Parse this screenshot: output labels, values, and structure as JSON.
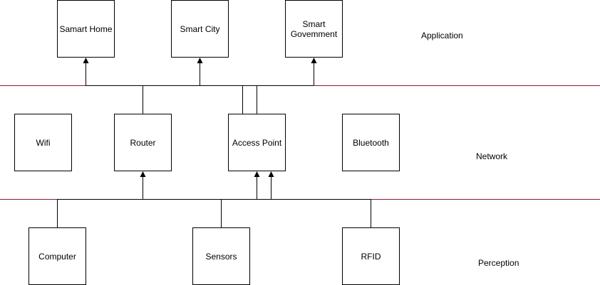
{
  "layers": {
    "application": "Application",
    "network": "Network",
    "perception": "Perception"
  },
  "nodes": {
    "smart_home": "Samart Home",
    "smart_city": "Smart City",
    "smart_government": "Smart\nGovemment",
    "wifi": "Wifi",
    "router": "Router",
    "access_point": "Access Point",
    "bluetooth": "Bluetooth",
    "computer": "Computer",
    "sensors": "Sensors",
    "rfid": "RFID"
  },
  "colors": {
    "layer_divider": "#8B1A2B",
    "line": "#000000",
    "box_border": "#000000"
  }
}
